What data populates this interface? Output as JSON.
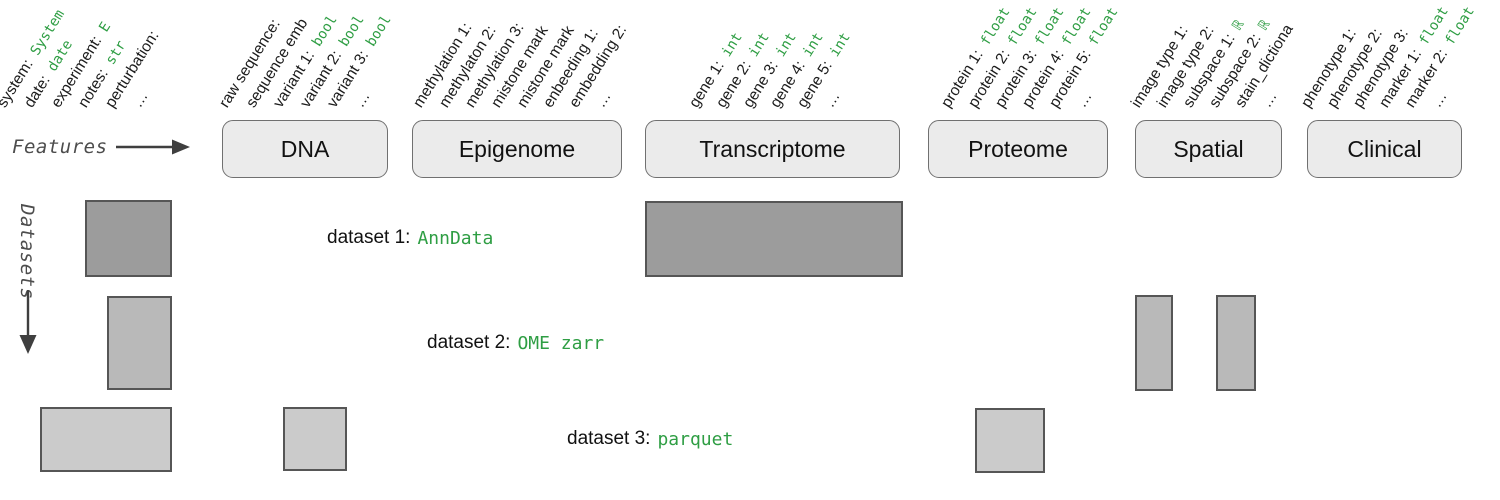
{
  "axis_labels": {
    "features": "Features",
    "datasets": "Datasets"
  },
  "feature_boxes": {
    "dna": "DNA",
    "epigenome": "Epigenome",
    "transcriptome": "Transcriptome",
    "proteome": "Proteome",
    "spatial": "Spatial",
    "clinical": "Clinical"
  },
  "columns": {
    "meta": {
      "fields": [
        {
          "name": "system:",
          "type": "System"
        },
        {
          "name": "date:",
          "type": "date"
        },
        {
          "name": "experiment:",
          "type": "E"
        },
        {
          "name": "notes:",
          "type": "str"
        },
        {
          "name": "perturbation:",
          "type": ""
        },
        {
          "name": "…",
          "type": ""
        }
      ]
    },
    "dna": {
      "fields": [
        {
          "name": "raw sequence:",
          "type": ""
        },
        {
          "name": "sequence emb",
          "type": ""
        },
        {
          "name": "variant 1:",
          "type": "bool"
        },
        {
          "name": "variant 2:",
          "type": "bool"
        },
        {
          "name": "variant 3:",
          "type": "bool"
        },
        {
          "name": "…",
          "type": ""
        }
      ]
    },
    "epigenome": {
      "fields": [
        {
          "name": "methylation 1:",
          "type": ""
        },
        {
          "name": "methylaton 2:",
          "type": ""
        },
        {
          "name": "methylation 3:",
          "type": ""
        },
        {
          "name": "mistone mark",
          "type": ""
        },
        {
          "name": "mistone mark",
          "type": ""
        },
        {
          "name": "enbeeding 1:",
          "type": ""
        },
        {
          "name": "embedding 2:",
          "type": ""
        },
        {
          "name": "…",
          "type": ""
        }
      ]
    },
    "transcriptome": {
      "fields": [
        {
          "name": "gene 1:",
          "type": "int"
        },
        {
          "name": "gene 2:",
          "type": "int"
        },
        {
          "name": "gene 3:",
          "type": "int"
        },
        {
          "name": "gene 4:",
          "type": "int"
        },
        {
          "name": "gene 5:",
          "type": "int"
        },
        {
          "name": "…",
          "type": ""
        }
      ]
    },
    "proteome": {
      "fields": [
        {
          "name": "protein 1:",
          "type": "float"
        },
        {
          "name": "protein 2:",
          "type": "float"
        },
        {
          "name": "protein 3:",
          "type": "float"
        },
        {
          "name": "protein 4:",
          "type": "float"
        },
        {
          "name": "protein 5:",
          "type": "float"
        },
        {
          "name": "…",
          "type": ""
        }
      ]
    },
    "spatial": {
      "fields": [
        {
          "name": "image type 1:",
          "type": ""
        },
        {
          "name": "image type 2:",
          "type": ""
        },
        {
          "name": "subspace 1:",
          "type": "ℝ"
        },
        {
          "name": "subspace 2:",
          "type": "ℝ"
        },
        {
          "name": "stain_dictiona",
          "type": ""
        },
        {
          "name": "…",
          "type": ""
        }
      ]
    },
    "clinical": {
      "fields": [
        {
          "name": "phenotype 1:",
          "type": ""
        },
        {
          "name": "phenotype 2:",
          "type": ""
        },
        {
          "name": "phenotype 3:",
          "type": ""
        },
        {
          "name": "marker 1:",
          "type": "float"
        },
        {
          "name": "marker 2:",
          "type": "float"
        },
        {
          "name": "…",
          "type": ""
        }
      ]
    }
  },
  "datasets": [
    {
      "label": "dataset 1:",
      "format": "AnnData",
      "covers": [
        "metadata",
        "transcriptome"
      ]
    },
    {
      "label": "dataset 2:",
      "format": "OME zarr",
      "covers": [
        "metadata",
        "spatial"
      ]
    },
    {
      "label": "dataset 3:",
      "format": "parquet",
      "covers": [
        "metadata",
        "dna",
        "proteome"
      ]
    }
  ],
  "colors": {
    "type_green": "#2f9e44",
    "box_fill": "#ebebeb",
    "box_border": "#707070",
    "block_border": "#565656",
    "dataset1_fill": "#9c9c9c",
    "dataset2_fill": "#b9b9b9",
    "dataset3_fill": "#cbcbcb",
    "muted_text": "#4d4d4d"
  }
}
